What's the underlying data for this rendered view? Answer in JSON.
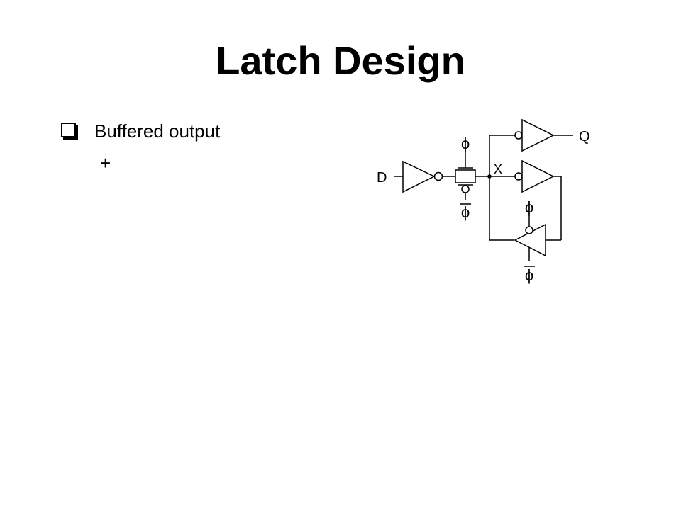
{
  "slide": {
    "title": "Latch Design",
    "bullets": [
      {
        "text": "Buffered output"
      }
    ],
    "sub_bullets": [
      {
        "text": "+"
      }
    ]
  },
  "diagram": {
    "labels": {
      "input": "D",
      "output": "Q",
      "node": "X",
      "clock": "ϕ",
      "clock_bar": "ϕ"
    }
  }
}
